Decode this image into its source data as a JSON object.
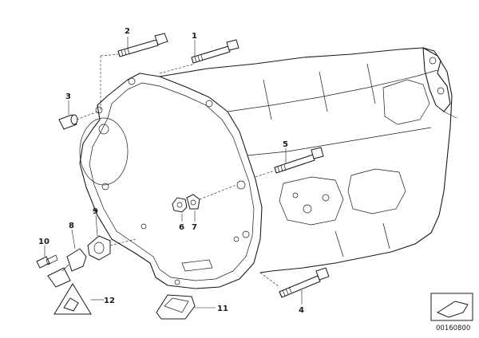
{
  "diagram": {
    "callouts": [
      {
        "id": "1",
        "label": "1"
      },
      {
        "id": "2",
        "label": "2"
      },
      {
        "id": "3",
        "label": "3"
      },
      {
        "id": "4",
        "label": "4"
      },
      {
        "id": "5",
        "label": "5"
      },
      {
        "id": "6",
        "label": "6"
      },
      {
        "id": "7",
        "label": "7"
      },
      {
        "id": "8",
        "label": "8"
      },
      {
        "id": "9",
        "label": "9"
      },
      {
        "id": "10",
        "label": "10"
      },
      {
        "id": "11",
        "label": "11"
      },
      {
        "id": "12",
        "label": "12"
      }
    ],
    "reference_number": "00160800"
  }
}
